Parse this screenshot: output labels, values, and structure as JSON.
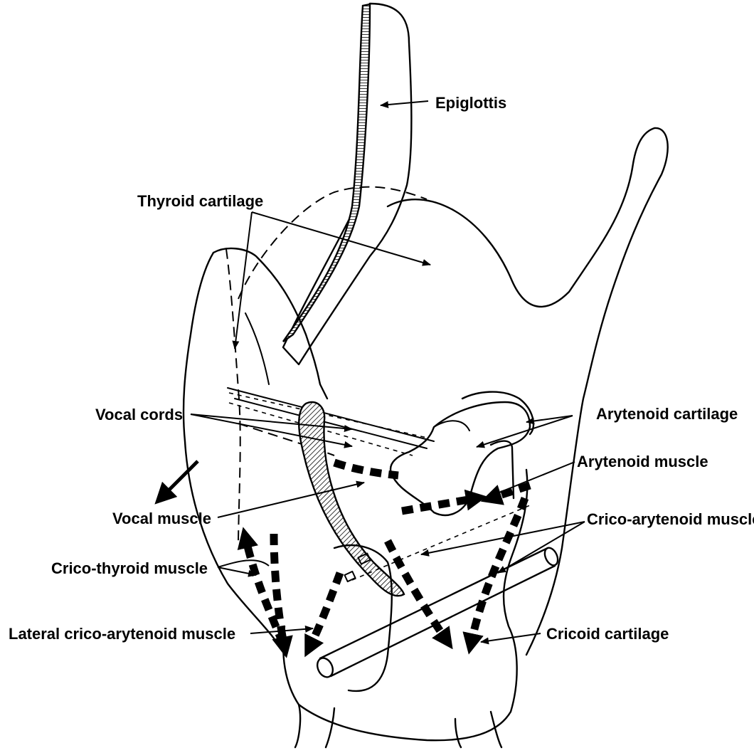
{
  "labels": {
    "epiglottis": "Epiglottis",
    "thyroid_cartilage": "Thyroid cartilage",
    "vocal_cords": "Vocal cords",
    "arytenoid_cartilage": "Arytenoid cartilage",
    "arytenoid_muscle": "Arytenoid muscle",
    "vocal_muscle": "Vocal muscle",
    "crico_arytenoid_muscle": "Crico-arytenoid muscle",
    "crico_thyroid_muscle": "Crico-thyroid muscle",
    "lateral_crico_arytenoid_muscle": "Lateral crico-arytenoid muscle",
    "cricoid_cartilage": "Cricoid cartilage"
  },
  "colors": {
    "ink": "#000000",
    "paper": "#ffffff"
  }
}
